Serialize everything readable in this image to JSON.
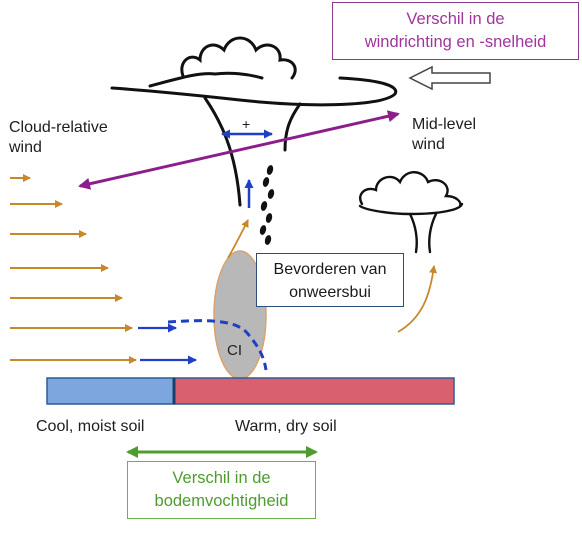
{
  "labels": {
    "cloud_relative_wind_line1": "Cloud-relative",
    "cloud_relative_wind_line2": "wind",
    "mid_level_wind_line1": "Mid-level",
    "mid_level_wind_line2": "wind",
    "cool_soil": "Cool, moist soil",
    "warm_soil": "Warm, dry soil",
    "ci": "CI",
    "plus": "+"
  },
  "boxes": {
    "wind_difference": {
      "line1": "Verschil in de",
      "line2": "windrichting en -snelheid"
    },
    "storm_promotion": {
      "line1": "Bevorderen van",
      "line2": "onweersbui"
    },
    "moisture_difference": {
      "line1": "Verschil in de",
      "line2": "bodemvochtigheid"
    }
  },
  "colors": {
    "orange_arrow": "#c8872a",
    "blue_arrow": "#1f3fc4",
    "purple_arrow": "#8c1e8c",
    "green_arrow": "#4e9c2f",
    "cool_soil": "#7ea6de",
    "warm_soil": "#d9606e",
    "ci_ellipse": "#b8b8b8"
  }
}
